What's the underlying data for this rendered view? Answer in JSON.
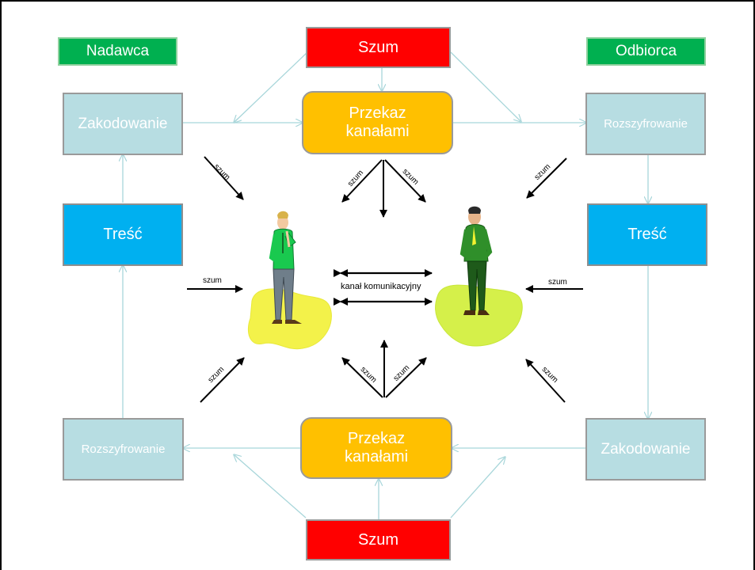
{
  "labels": {
    "sender": "Nadawca",
    "receiver": "Odbiorca",
    "noise_top": "Szum",
    "noise_bottom": "Szum",
    "channel_top": "Przekaz kanałami",
    "channel_bottom": "Przekaz kanałami",
    "encode_left": "Zakodowanie",
    "decode_right": "Rozszyfrowanie",
    "content_left": "Treść",
    "content_right": "Treść",
    "decode_left": "Rozszyfrowanie",
    "encode_right": "Zakodowanie",
    "channel_label": "kanał komunikacyjny",
    "small_noise": "szum"
  },
  "colors": {
    "green": "#00b050",
    "red": "#ff0000",
    "orange": "#ffc000",
    "pale_blue": "#b7dde2",
    "cyan": "#00b0f0",
    "connector": "#a8d6da",
    "person_left_shirt": "#19c94f",
    "person_right_shirt": "#2f8f2a",
    "puddle": "#f3f24a"
  },
  "figures": {
    "left": "thinking-man-figure",
    "right": "standing-man-figure"
  }
}
